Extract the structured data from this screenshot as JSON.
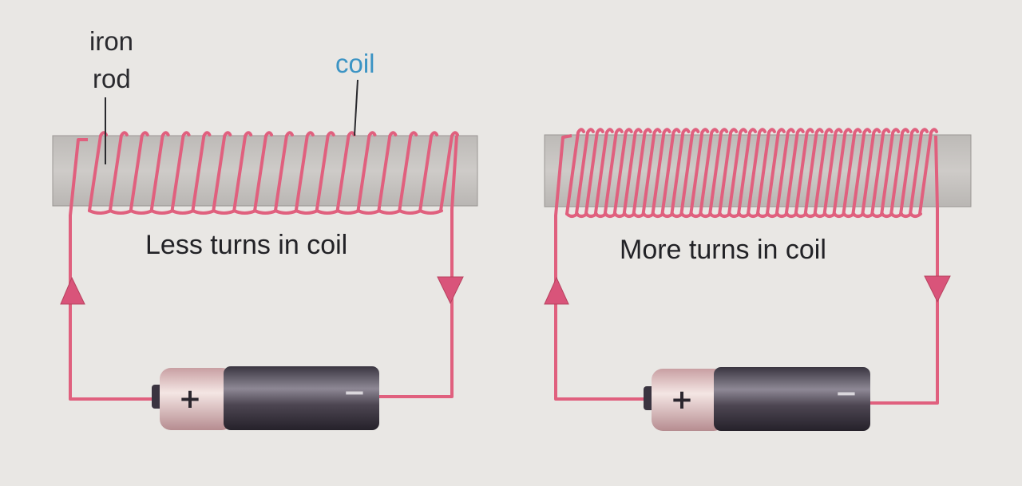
{
  "labels": {
    "iron_rod_line1": "iron",
    "iron_rod_line2": "rod",
    "coil": "coil"
  },
  "left_diagram": {
    "caption": "Less turns in coil",
    "turns": 18,
    "battery": {
      "positive": "+",
      "negative": "−"
    }
  },
  "right_diagram": {
    "caption": "More turns in coil",
    "turns": 38,
    "battery": {
      "positive": "+",
      "negative": "−"
    }
  },
  "colors": {
    "background": "#e9e7e4",
    "wire": "#e0607e",
    "iron_rod": "#c8c5c2",
    "label_blue": "#3c94c4",
    "text": "#222226"
  },
  "icons": [
    "arrow-up-icon",
    "arrow-down-icon",
    "battery-icon"
  ]
}
